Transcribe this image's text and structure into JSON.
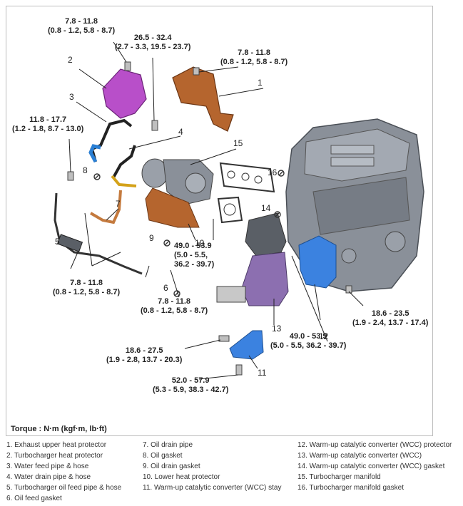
{
  "torque_note": "Torque : N·m (kgf·m, lb·ft)",
  "torque_values": {
    "t1": [
      "7.8 - 11.8",
      "(0.8 - 1.2, 5.8 - 8.7)"
    ],
    "t2": [
      "26.5 - 32.4",
      "(2.7 - 3.3, 19.5 - 23.7)"
    ],
    "t3": [
      "7.8 - 11.8",
      "(0.8 - 1.2, 5.8 - 8.7)"
    ],
    "t4": [
      "11.8 - 17.7",
      "(1.2 - 1.8, 8.7 - 13.0)"
    ],
    "t5": [
      "49.0 - 53.9",
      "(5.0 - 5.5,",
      "36.2 - 39.7)"
    ],
    "t6": [
      "7.8 - 11.8",
      "(0.8 - 1.2, 5.8 - 8.7)"
    ],
    "t7": [
      "7.8 - 11.8",
      "(0.8 - 1.2, 5.8 - 8.7)"
    ],
    "t8": [
      "18.6 - 23.5",
      "(1.9 - 2.4, 13.7 - 17.4)"
    ],
    "t9": [
      "49.0 - 53.9",
      "(5.0 - 5.5, 36.2 - 39.7)"
    ],
    "t10": [
      "18.6 - 27.5",
      "(1.9 - 2.8, 13.7 - 20.3)"
    ],
    "t11": [
      "52.0 - 57.9",
      "(5.3 - 5.9, 38.3 - 42.7)"
    ]
  },
  "callouts": [
    "1",
    "2",
    "3",
    "4",
    "5",
    "6",
    "7",
    "8",
    "9",
    "10",
    "11",
    "12",
    "13",
    "14",
    "15",
    "16"
  ],
  "legend": {
    "col1": [
      "1. Exhaust upper heat protector",
      "2. Turbocharger heat protector",
      "3. Water feed pipe & hose",
      "4. Water drain pipe & hose",
      "5. Turbocharger oil feed pipe & hose",
      "6. Oil feed gasket"
    ],
    "col2": [
      "7. Oil drain pipe",
      "8. Oil gasket",
      "9. Oil drain gasket",
      "10. Lower heat protector",
      "11. Warm-up catalytic converter (WCC) stay"
    ],
    "col3": [
      "12. Warm-up catalytic converter (WCC) protector",
      "13. Warm-up catalytic converter (WCC)",
      "14. Warm-up catalytic converter (WCC) gasket",
      "15. Turbocharger manifold",
      "16. Turbocharger manifold gasket"
    ]
  },
  "colors": {
    "heat_protector_purple": "#b84fc9",
    "heat_protector_bronze": "#b5652e",
    "water_pipe_blue": "#2a7fd4",
    "oil_pipe_gold": "#d4a21a",
    "converter_blue": "#3b82e0",
    "converter_purple": "#8c6fb0",
    "engine_grey": "#8a9099"
  }
}
